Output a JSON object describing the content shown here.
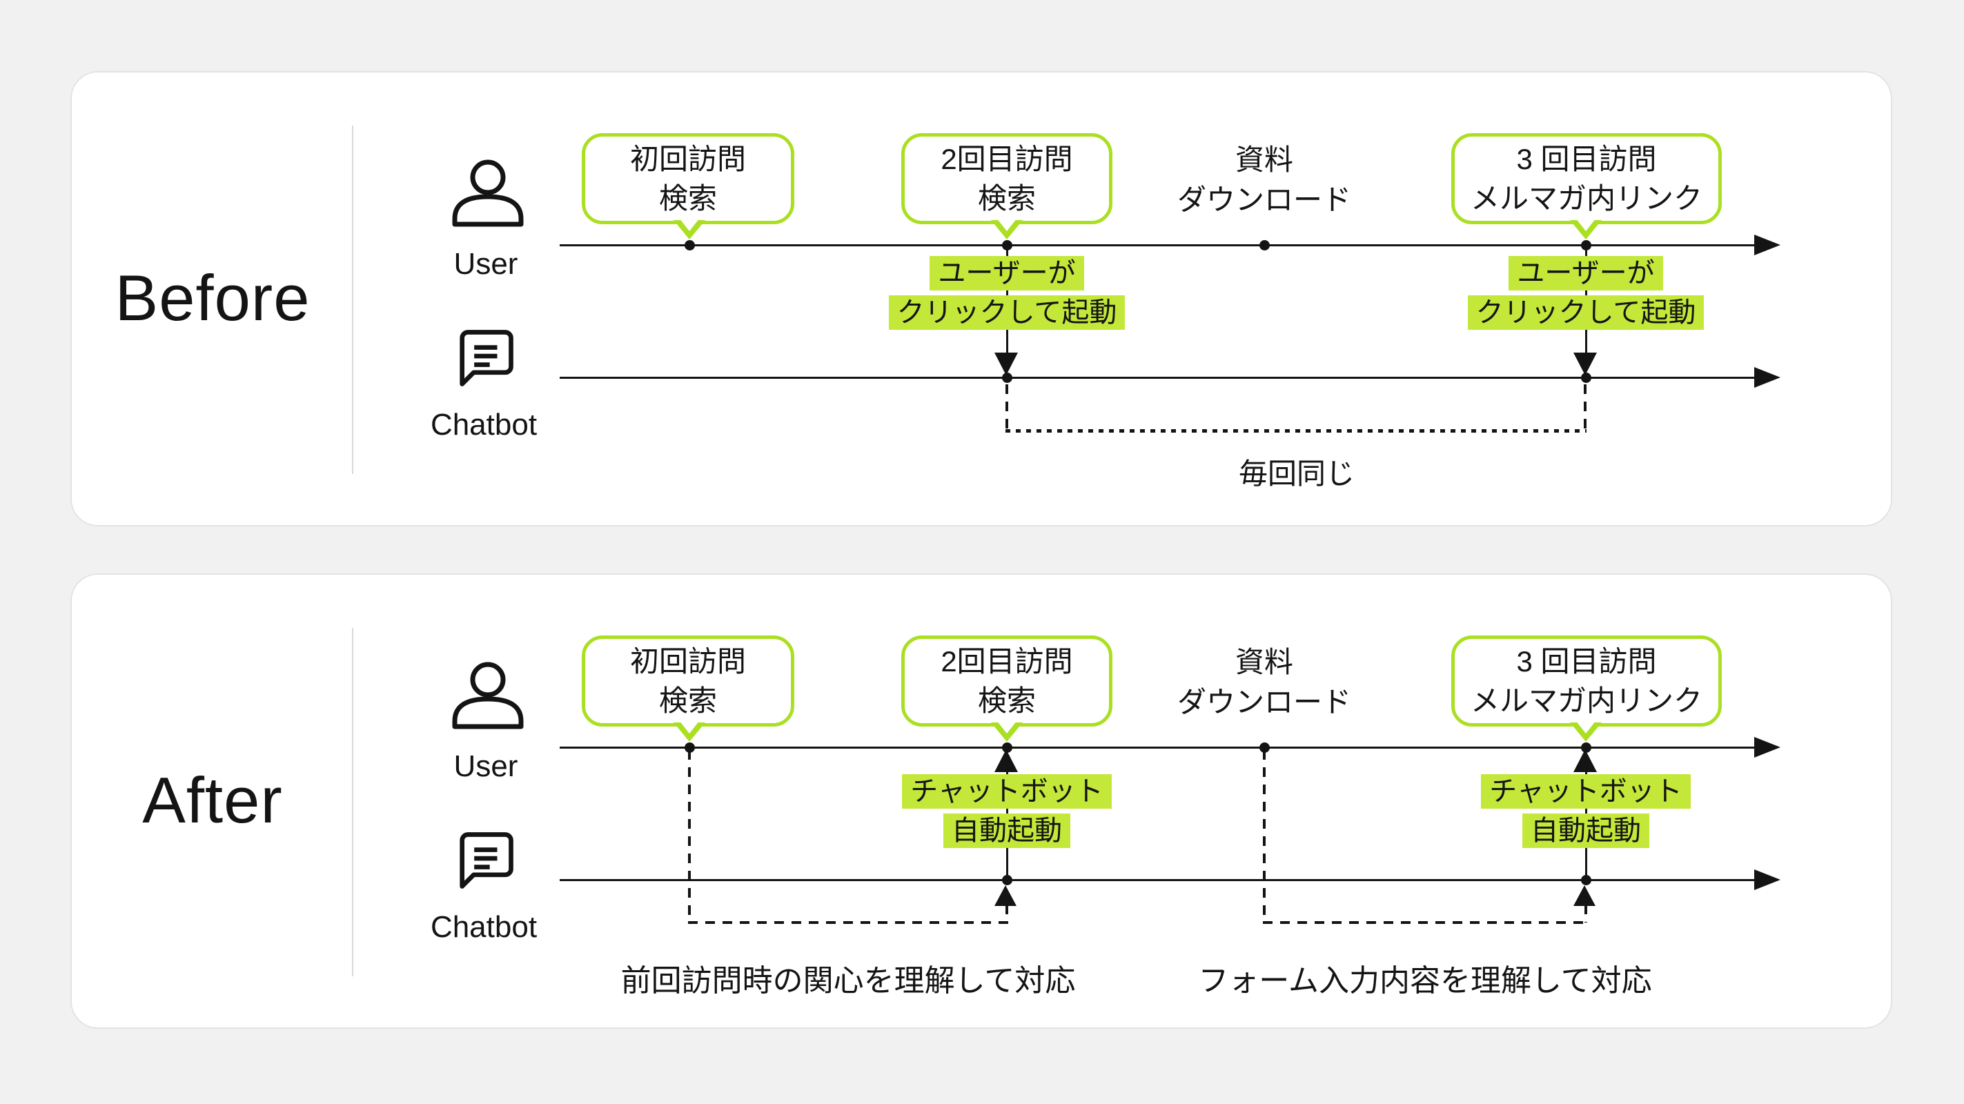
{
  "colors": {
    "lime_border": "#aadf22",
    "lime_highlight": "#c3e83a",
    "line": "#141414",
    "page_bg": "#f1f1f2",
    "card_bg": "#ffffff"
  },
  "panels": {
    "before": {
      "label": "Before",
      "user_label": "User",
      "chatbot_label": "Chatbot",
      "events": [
        {
          "style": "bubble",
          "line1": "初回訪問",
          "line2": "検索"
        },
        {
          "style": "bubble",
          "line1": "2回目訪問",
          "line2": "検索"
        },
        {
          "style": "plain",
          "line1": "資料",
          "line2": "ダウンロード"
        },
        {
          "style": "bubble",
          "line1": "3 回目訪問",
          "line2": "メルマガ内リンク"
        }
      ],
      "triggers": [
        {
          "line1": "ユーザーが",
          "line2": "クリックして起動"
        },
        {
          "line1": "ユーザーが",
          "line2": "クリックして起動"
        }
      ],
      "bracket_caption": "毎回同じ"
    },
    "after": {
      "label": "After",
      "user_label": "User",
      "chatbot_label": "Chatbot",
      "events": [
        {
          "style": "bubble",
          "line1": "初回訪問",
          "line2": "検索"
        },
        {
          "style": "bubble",
          "line1": "2回目訪問",
          "line2": "検索"
        },
        {
          "style": "plain",
          "line1": "資料",
          "line2": "ダウンロード"
        },
        {
          "style": "bubble",
          "line1": "3 回目訪問",
          "line2": "メルマガ内リンク"
        }
      ],
      "triggers": [
        {
          "line1": "チャットボット",
          "line2": "自動起動"
        },
        {
          "line1": "チャットボット",
          "line2": "自動起動"
        }
      ],
      "captions": [
        "前回訪問時の関心を理解して対応",
        "フォーム入力内容を理解して対応"
      ]
    }
  }
}
